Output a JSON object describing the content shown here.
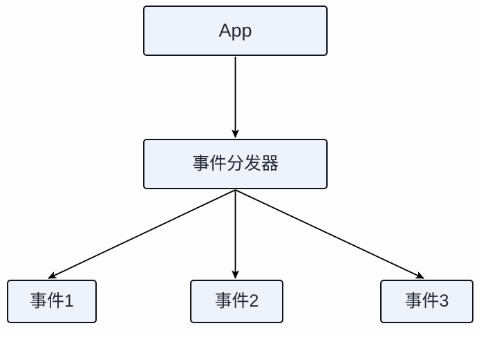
{
  "diagram": {
    "type": "flowchart",
    "background_color": "#fdfdfd",
    "node_fill_color": "#eef2fa",
    "node_border_color": "#12131a",
    "text_color": "#232733",
    "edge_color": "#000000",
    "nodes": [
      {
        "id": "app",
        "label": "App"
      },
      {
        "id": "dispatcher",
        "label": "事件分发器"
      },
      {
        "id": "event1",
        "label": "事件1"
      },
      {
        "id": "event2",
        "label": "事件2"
      },
      {
        "id": "event3",
        "label": "事件3"
      }
    ],
    "edges": [
      {
        "from": "App",
        "to": "事件分发器",
        "style": "solid",
        "arrow": "single"
      },
      {
        "from": "事件分发器",
        "to": "事件1",
        "style": "solid",
        "arrow": "single"
      },
      {
        "from": "事件分发器",
        "to": "事件2",
        "style": "solid",
        "arrow": "single"
      },
      {
        "from": "事件分发器",
        "to": "事件3",
        "style": "solid",
        "arrow": "single"
      }
    ]
  }
}
